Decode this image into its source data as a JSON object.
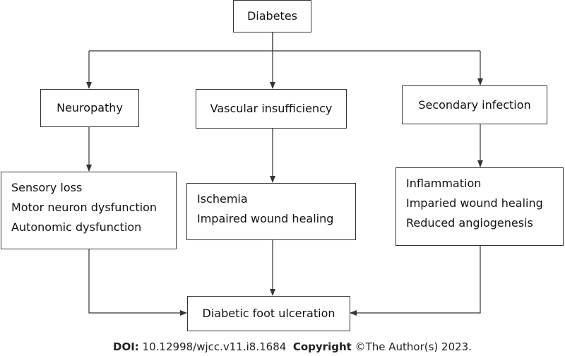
{
  "diagram": {
    "root": "Diabetes",
    "branches": [
      {
        "name": "Neuropathy",
        "effects": [
          "Sensory loss",
          "Motor neuron dysfunction",
          "Autonomic dysfunction"
        ]
      },
      {
        "name": "Vascular insufficiency",
        "effects": [
          "Ischemia",
          "Impaired wound healing"
        ]
      },
      {
        "name": "Secondary infection",
        "effects": [
          "Inflammation",
          "Imparied wound healing",
          "Reduced angiogenesis"
        ]
      }
    ],
    "outcome": "Diabetic foot ulceration"
  },
  "footer": {
    "doi_label": "DOI:",
    "doi_value": "10.12998/wjcc.v11.i8.1684",
    "copyright_label": "Copyright",
    "copyright_text": "©The Author(s) 2023."
  },
  "colors": {
    "line": "#333333",
    "background": "#ffffff"
  }
}
